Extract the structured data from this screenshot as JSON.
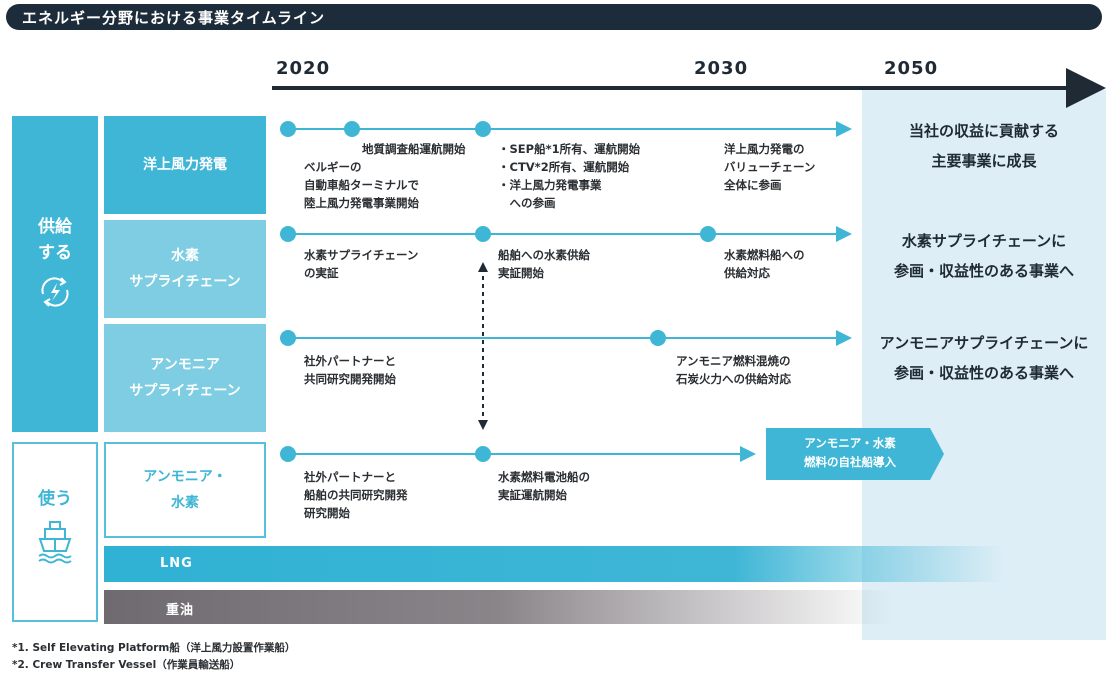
{
  "header": {
    "title": "エネルギー分野における事業タイムライン"
  },
  "years": [
    "2020",
    "2030",
    "2050"
  ],
  "groups": {
    "supply": {
      "label_line1": "供給",
      "label_line2": "する"
    },
    "use": {
      "label": "使う"
    }
  },
  "rows": [
    {
      "label_lines": [
        "洋上風力発電"
      ],
      "notes": {
        "a": [
          "ベルギーの",
          "自動車船ターミナルで",
          "陸上風力発電事業開始"
        ],
        "b": "地質調査船運航開始",
        "c": [
          "・SEP船*1所有、運航開始",
          "・CTV*2所有、運航開始",
          "・洋上風力発電事業",
          "　への参画"
        ],
        "d": [
          "洋上風力発電の",
          "バリューチェーン",
          "全体に参画"
        ]
      },
      "goal": [
        "当社の収益に貢献する",
        "主要事業に成長"
      ]
    },
    {
      "label_lines": [
        "水素",
        "サプライチェーン"
      ],
      "notes": {
        "a": [
          "水素サプライチェーン",
          "の実証"
        ],
        "b": [
          "船舶への水素供給",
          "実証開始"
        ],
        "c": [
          "水素燃料船への",
          "供給対応"
        ]
      },
      "goal": [
        "水素サプライチェーンに",
        "参画・収益性のある事業へ"
      ]
    },
    {
      "label_lines": [
        "アンモニア",
        "サプライチェーン"
      ],
      "notes": {
        "a": [
          "社外パートナーと",
          "共同研究開発開始"
        ],
        "b": [
          "アンモニア燃料混焼の",
          "石炭火力への供給対応"
        ]
      },
      "goal": [
        "アンモニアサプライチェーンに",
        "参画・収益性のある事業へ"
      ]
    },
    {
      "label_lines": [
        "アンモニア・",
        "水素"
      ],
      "notes": {
        "a": [
          "社外パートナーと",
          "船舶の共同研究開発",
          "研究開始"
        ],
        "b": [
          "水素燃料電池船の",
          "実証運航開始"
        ]
      },
      "goal_arrow": [
        "アンモニア・水素",
        "燃料の自社船導入"
      ]
    }
  ],
  "fuels": {
    "lng": "LNG",
    "heavy_oil": "重油"
  },
  "footnotes": [
    "*1. Self Elevating Platform船（洋上風力設置作業船）",
    "*2. Crew Transfer Vessel（作業員輸送船）"
  ],
  "colors": {
    "accent": "#3fb6d6",
    "accent_light": "#7fcde3",
    "header_bg": "#1d2c3a",
    "future_panel": "#ddeef6",
    "heavy_oil": "#7a7479",
    "timeline_dark": "#1f2a35"
  },
  "icons": [
    "energy-cycle-icon",
    "ship-icon"
  ]
}
